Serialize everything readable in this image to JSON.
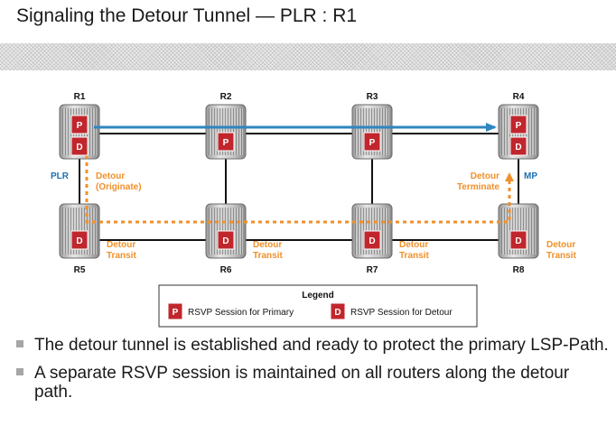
{
  "slide": {
    "title": "Signaling the Detour Tunnel — PLR : R1",
    "bullets": [
      "The detour tunnel is established and ready to protect the primary LSP-Path.",
      "A separate RSVP session is maintained on all routers along the detour path."
    ]
  },
  "diagram": {
    "routers": {
      "r1": {
        "name": "R1",
        "role": "PLR"
      },
      "r2": {
        "name": "R2"
      },
      "r3": {
        "name": "R3"
      },
      "r4": {
        "name": "R4",
        "role": "MP"
      },
      "r5": {
        "name": "R5"
      },
      "r6": {
        "name": "R6"
      },
      "r7": {
        "name": "R7"
      },
      "r8": {
        "name": "R8"
      }
    },
    "badge_primary": "P",
    "badge_detour": "D",
    "labels": {
      "detour_originate_1": "Detour",
      "detour_originate_2": "(Originate)",
      "detour_terminate_1": "Detour",
      "detour_terminate_2": "Terminate",
      "detour_transit_1": "Detour",
      "detour_transit_2": "Transit"
    },
    "legend": {
      "title": "Legend",
      "primary_label": "RSVP Session for Primary",
      "detour_label": "RSVP Session for Detour"
    },
    "colors": {
      "primary_path": "#2e86c1",
      "detour_path": "#f0902a",
      "badge": "#c0262c",
      "role_label": "#1f6fb0"
    }
  }
}
